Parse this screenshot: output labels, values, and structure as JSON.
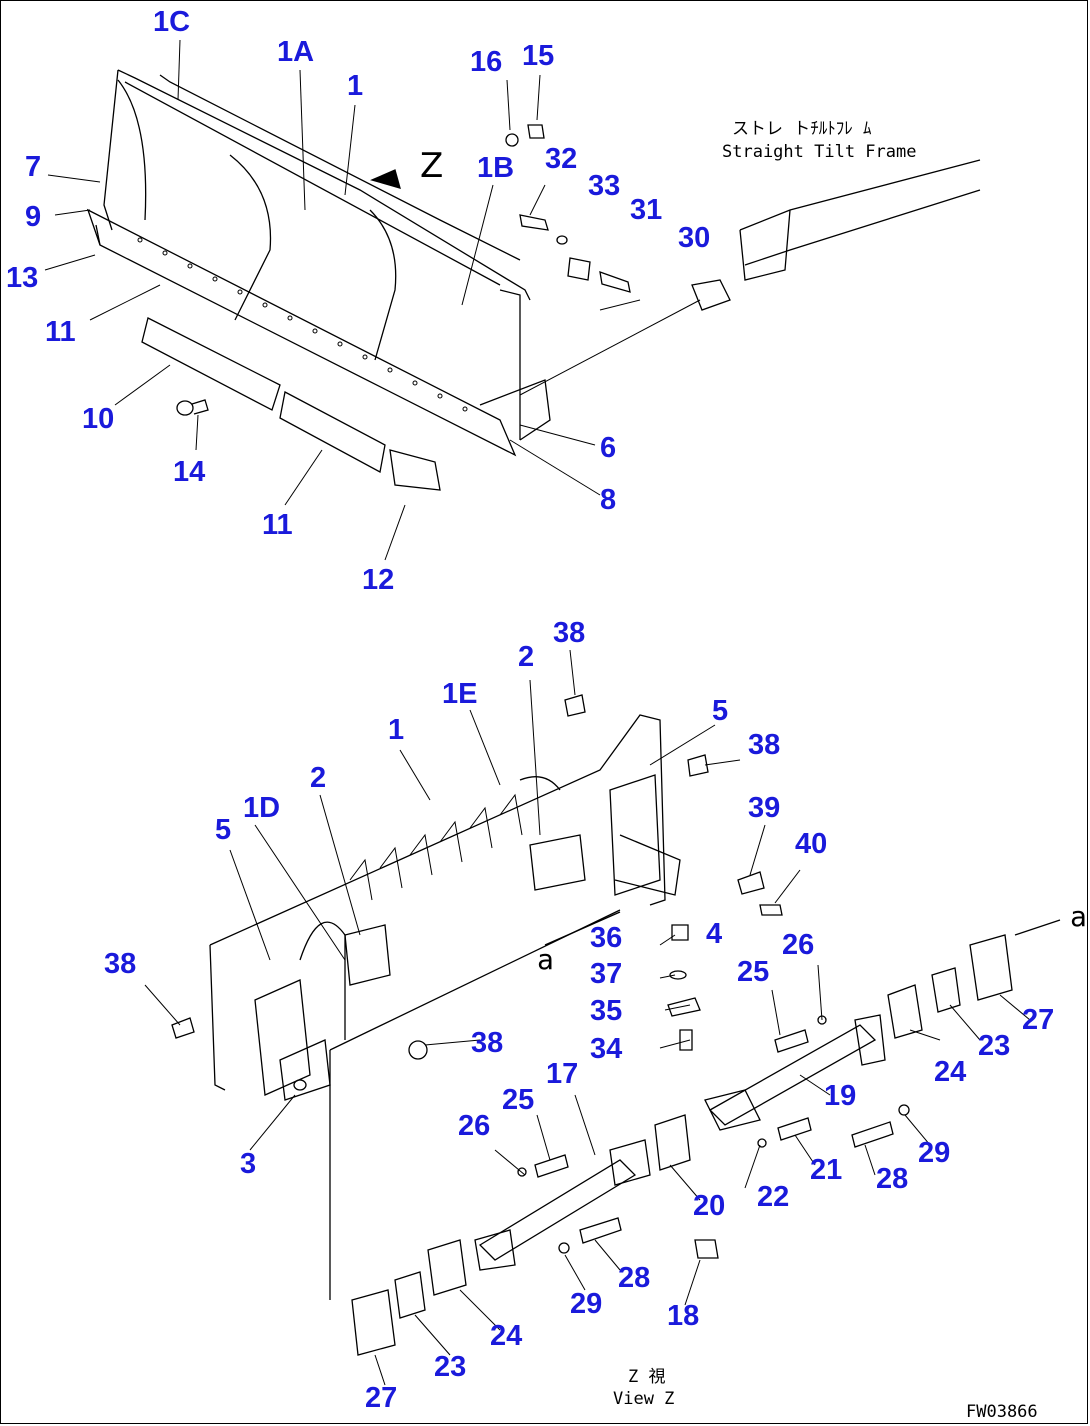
{
  "callouts": [
    {
      "id": "1C",
      "text": "1C"
    },
    {
      "id": "1A",
      "text": "1A"
    },
    {
      "id": "1",
      "text": "1"
    },
    {
      "id": "16",
      "text": "16"
    },
    {
      "id": "15",
      "text": "15"
    },
    {
      "id": "32",
      "text": "32"
    },
    {
      "id": "1B",
      "text": "1B"
    },
    {
      "id": "33",
      "text": "33"
    },
    {
      "id": "31",
      "text": "31"
    },
    {
      "id": "30",
      "text": "30"
    },
    {
      "id": "7",
      "text": "7"
    },
    {
      "id": "9",
      "text": "9"
    },
    {
      "id": "13",
      "text": "13"
    },
    {
      "id": "11a",
      "text": "11"
    },
    {
      "id": "10",
      "text": "10"
    },
    {
      "id": "14",
      "text": "14"
    },
    {
      "id": "6",
      "text": "6"
    },
    {
      "id": "8",
      "text": "8"
    },
    {
      "id": "11b",
      "text": "11"
    },
    {
      "id": "12",
      "text": "12"
    },
    {
      "id": "38a",
      "text": "38"
    },
    {
      "id": "2a",
      "text": "2"
    },
    {
      "id": "1E",
      "text": "1E"
    },
    {
      "id": "5a",
      "text": "5"
    },
    {
      "id": "38b",
      "text": "38"
    },
    {
      "id": "1b",
      "text": "1"
    },
    {
      "id": "2b",
      "text": "2"
    },
    {
      "id": "1D",
      "text": "1D"
    },
    {
      "id": "39",
      "text": "39"
    },
    {
      "id": "5b",
      "text": "5"
    },
    {
      "id": "40",
      "text": "40"
    },
    {
      "id": "36",
      "text": "36"
    },
    {
      "id": "4",
      "text": "4"
    },
    {
      "id": "26a",
      "text": "26"
    },
    {
      "id": "38c",
      "text": "38"
    },
    {
      "id": "37",
      "text": "37"
    },
    {
      "id": "25a",
      "text": "25"
    },
    {
      "id": "35",
      "text": "35"
    },
    {
      "id": "27a",
      "text": "27"
    },
    {
      "id": "23a",
      "text": "23"
    },
    {
      "id": "38d",
      "text": "38"
    },
    {
      "id": "34",
      "text": "34"
    },
    {
      "id": "24a",
      "text": "24"
    },
    {
      "id": "17",
      "text": "17"
    },
    {
      "id": "19",
      "text": "19"
    },
    {
      "id": "25b",
      "text": "25"
    },
    {
      "id": "26b",
      "text": "26"
    },
    {
      "id": "29a",
      "text": "29"
    },
    {
      "id": "3",
      "text": "3"
    },
    {
      "id": "21",
      "text": "21"
    },
    {
      "id": "28a",
      "text": "28"
    },
    {
      "id": "22",
      "text": "22"
    },
    {
      "id": "20",
      "text": "20"
    },
    {
      "id": "28b",
      "text": "28"
    },
    {
      "id": "29b",
      "text": "29"
    },
    {
      "id": "18",
      "text": "18"
    },
    {
      "id": "24b",
      "text": "24"
    },
    {
      "id": "23b",
      "text": "23"
    },
    {
      "id": "27b",
      "text": "27"
    }
  ],
  "notes": {
    "frame_jp": "ストレ トﾁﾙﾄﾌﾚ ﾑ",
    "frame_en": "Straight Tilt Frame",
    "view_letter": "Z",
    "view_jp": "Z 視",
    "view_en": "View Z",
    "ref_a1": "a",
    "ref_a2": "a",
    "drawing_no": "FW03866"
  }
}
